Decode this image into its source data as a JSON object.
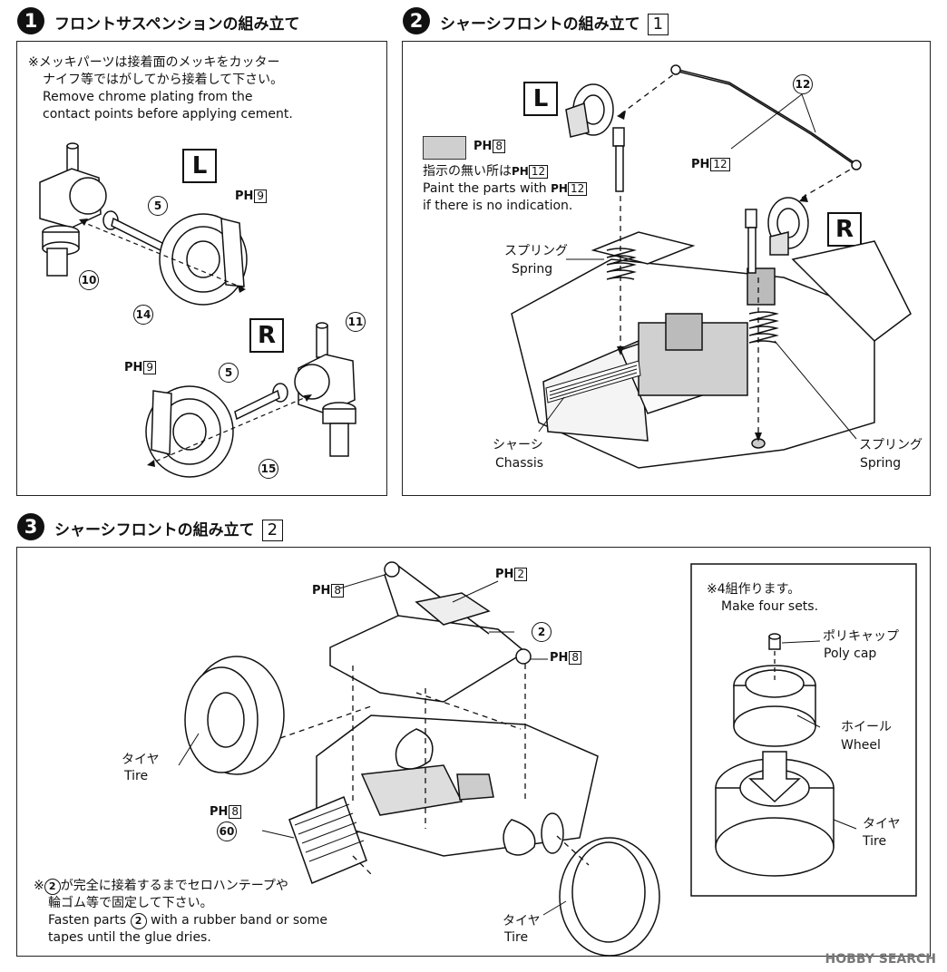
{
  "step1": {
    "number": "1",
    "title": "フロントサスペンションの組み立て",
    "note_jp1": "※メッキパーツは接着面のメッキをカッター",
    "note_jp2": "ナイフ等ではがしてから接着して下さい。",
    "note_en1": "Remove chrome plating from the",
    "note_en2": "contact points before applying cement.",
    "left_mark": "L",
    "right_mark": "R",
    "part_5": "5",
    "part_10": "10",
    "part_11": "11",
    "part_14": "14",
    "part_15": "15",
    "paint_code": "PH",
    "paint_num": "9"
  },
  "step2": {
    "number": "2",
    "title": "シャーシフロントの組み立て",
    "sub_number": "1",
    "left_mark": "L",
    "right_mark": "R",
    "part_12": "12",
    "paint_code": "PH",
    "paint_12": "12",
    "paint_8": "8",
    "note_jp": "指示の無い所は",
    "note_en1": "Paint the parts with",
    "note_en2": "if there is no indication.",
    "spring_jp": "スプリング",
    "spring_en": "Spring",
    "chassis_jp": "シャーシ",
    "chassis_en": "Chassis"
  },
  "step3": {
    "number": "3",
    "title": "シャーシフロントの組み立て",
    "sub_number": "2",
    "paint_code": "PH",
    "paint_8": "8",
    "paint_2": "2",
    "part_2": "2",
    "part_60": "60",
    "tire_jp": "タイヤ",
    "tire_en": "Tire",
    "note_jp1_a": "※",
    "note_jp1_b": "が完全に接着するまでセロハンテープや",
    "note_jp2": "輪ゴム等で固定して下さい。",
    "note_en1_a": "Fasten parts",
    "note_en1_b": "with a rubber band or some",
    "note_en2": "tapes until the glue dries.",
    "inset_note_jp": "※4組作ります。",
    "inset_note_en": "Make four sets.",
    "polycap_jp": "ポリキャップ",
    "polycap_en": "Poly cap",
    "wheel_jp": "ホイール",
    "wheel_en": "Wheel"
  },
  "watermark": "HOBBY SEARCH"
}
